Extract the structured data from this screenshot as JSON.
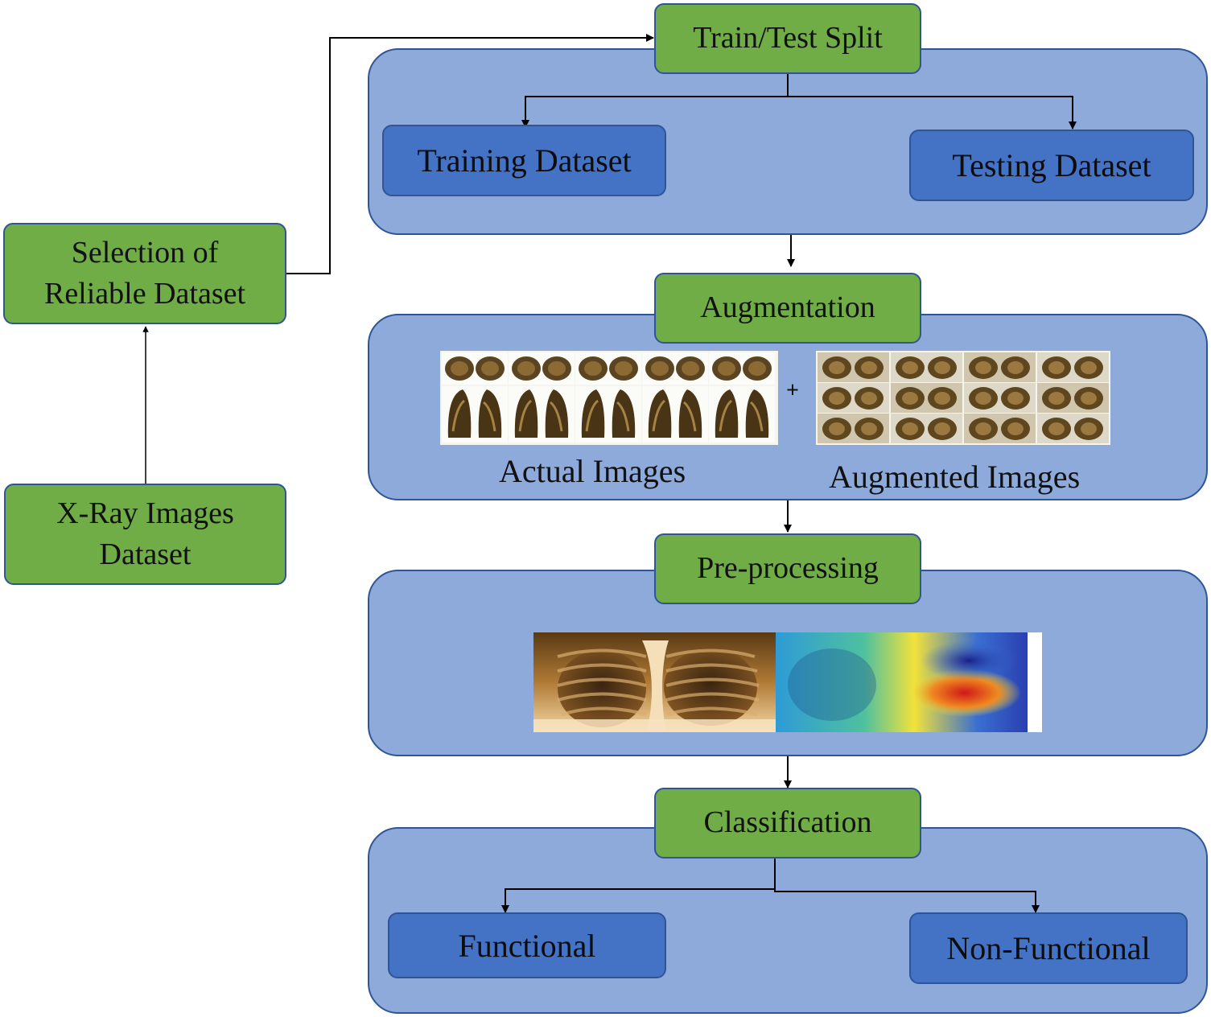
{
  "colors": {
    "green_box": "#70ad47",
    "blue_box": "#4472c4",
    "panel": "#8eaadb",
    "border": "#2f5597",
    "arrow": "#000000"
  },
  "nodes": {
    "xray": {
      "line1": "X-Ray Images",
      "line2": "Dataset"
    },
    "selection": {
      "line1": "Selection of",
      "line2": "Reliable Dataset"
    },
    "split": "Train/Test Split",
    "training": "Training Dataset",
    "testing": "Testing Dataset",
    "augmentation": "Augmentation",
    "actual_images": "Actual Images",
    "augmented_images": "Augmented Images",
    "plus": "+",
    "preprocessing": "Pre-processing",
    "classification": "Classification",
    "functional": "Functional",
    "non_functional": "Non-Functional"
  },
  "icons": {
    "ct_grid": "ct-scan-grid-image",
    "augmented_grid": "augmented-ct-grid-image",
    "xray": "chest-xray-image",
    "heatmap": "chest-xray-heatmap-image"
  }
}
